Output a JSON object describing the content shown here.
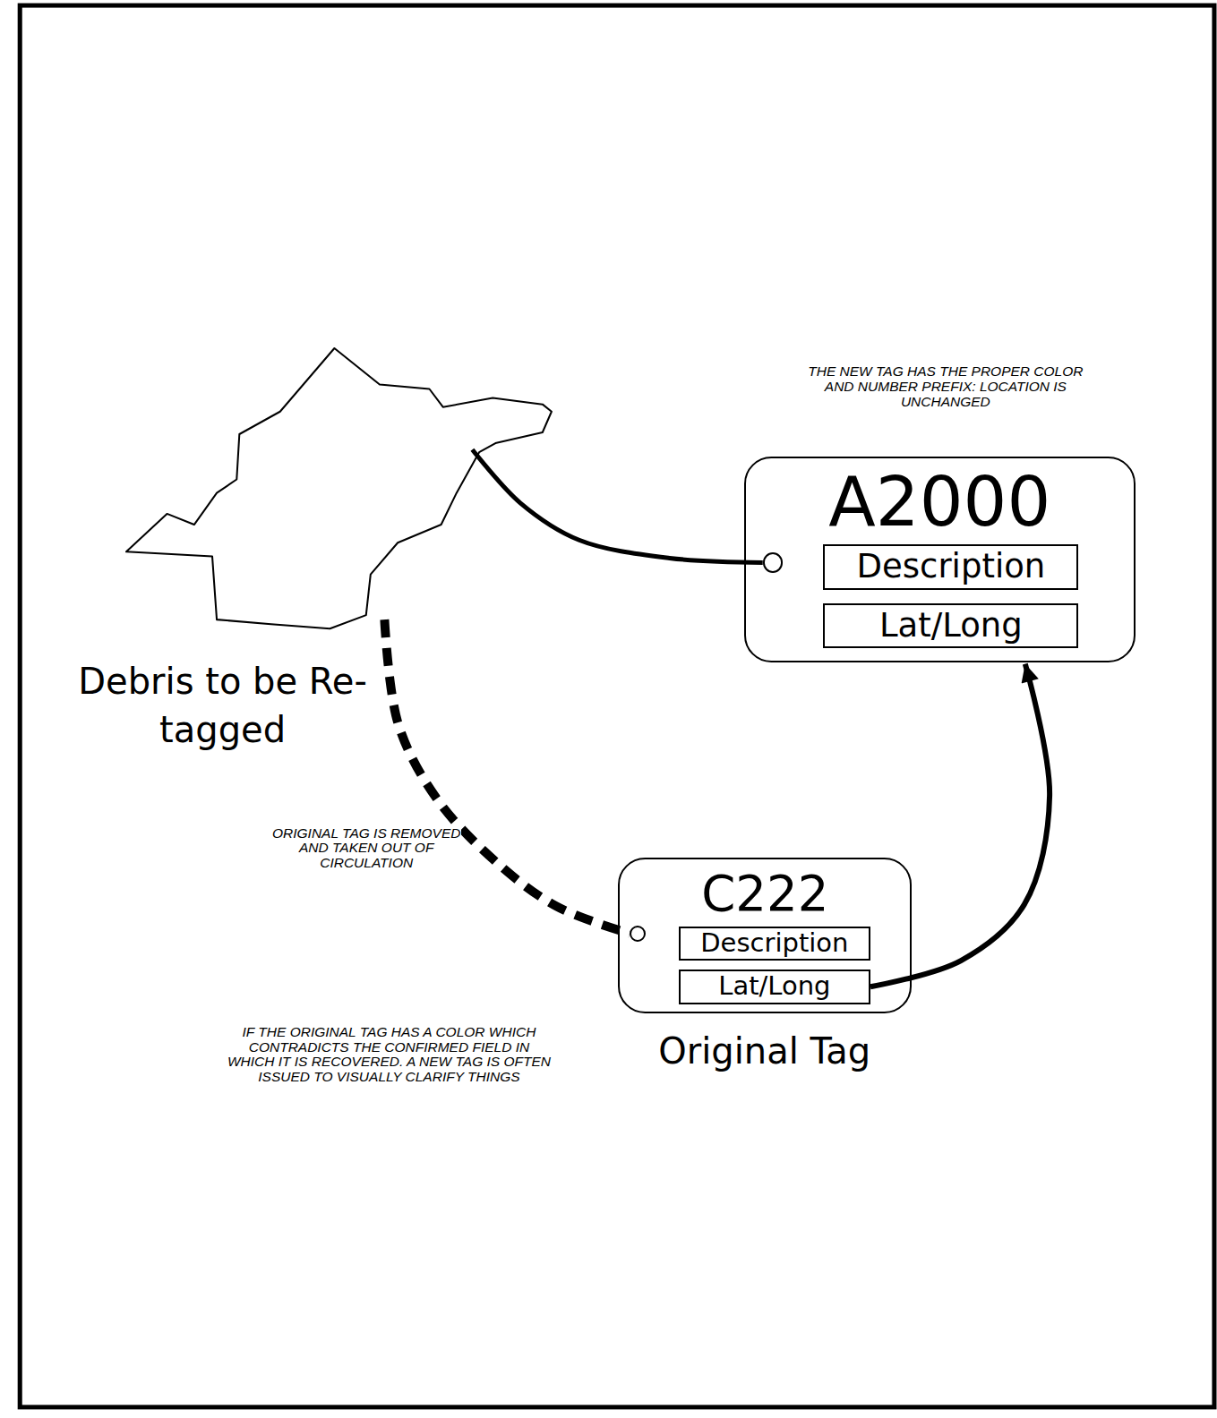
{
  "diagram": {
    "nodes": [
      {
        "text": [
          "Debris to be Re-tagged"
        ]
      },
      {
        "text": [
          "A2000"
        ]
      },
      {
        "text": [
          "Description"
        ],
        "in": 1
      },
      {
        "text": [
          "Lat/Long"
        ],
        "in": 1
      },
      {
        "text": [
          "C222",
          "Original Tag"
        ]
      },
      {
        "text": [
          "Description"
        ],
        "in": 4
      },
      {
        "text": [
          "Lat/Long"
        ],
        "in": 4
      }
    ],
    "edges": [
      {
        "from": 0,
        "to": 1,
        "arrow": "none"
      },
      {
        "from": 0,
        "to": 4,
        "arrow": "none"
      },
      {
        "from": 6,
        "to": 1,
        "arrow": "to"
      }
    ],
    "labels": [
      "THE NEW TAG HAS THE PROPER COLOR AND NUMBER PREFIX: LOCATION IS UNCHANGED",
      "ORIGINAL TAG IS REMOVED AND TAKEN OUT OF CIRCULATION",
      "IF THE ORIGINAL TAG HAS A COLOR WHICH CONTRADICTS THE CONFIRMED FIELD IN WHICH IT IS RECOVERED. A NEW TAG IS OFTEN ISSUED TO VISUALLY CLARIFY THINGS"
    ]
  }
}
